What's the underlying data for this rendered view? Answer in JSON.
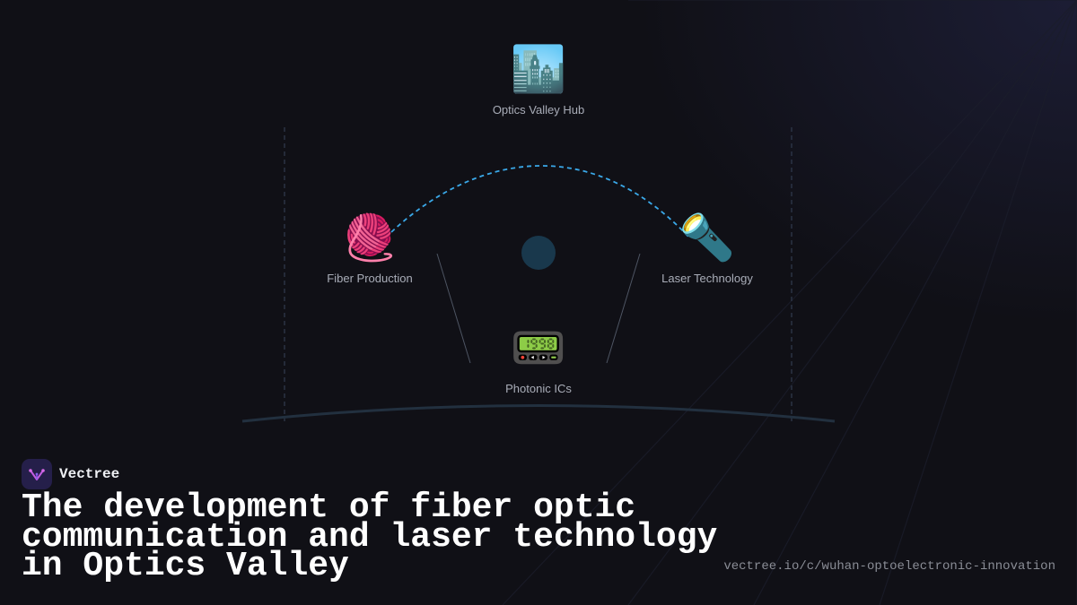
{
  "diagram": {
    "nodes": [
      {
        "id": "hub",
        "emoji": "🏙️",
        "icon": "cityscape-icon",
        "label": "Optics Valley Hub"
      },
      {
        "id": "fiber",
        "emoji": "🧶",
        "icon": "yarn-icon",
        "label": "Fiber Production"
      },
      {
        "id": "laser",
        "emoji": "🔦",
        "icon": "flashlight-icon",
        "label": "Laser Technology"
      },
      {
        "id": "ics",
        "emoji": "📟",
        "icon": "pager-icon",
        "label": "Photonic ICs"
      }
    ],
    "connector_color": "#3aa8e8",
    "center_dot_color": "#19384c"
  },
  "footer": {
    "brand": "Vectree",
    "brand_icon": "vectree-logo-icon",
    "title": "The development of fiber optic communication and laser technology in Optics Valley",
    "url": "vectree.io/c/wuhan-optoelectronic-innovation"
  }
}
